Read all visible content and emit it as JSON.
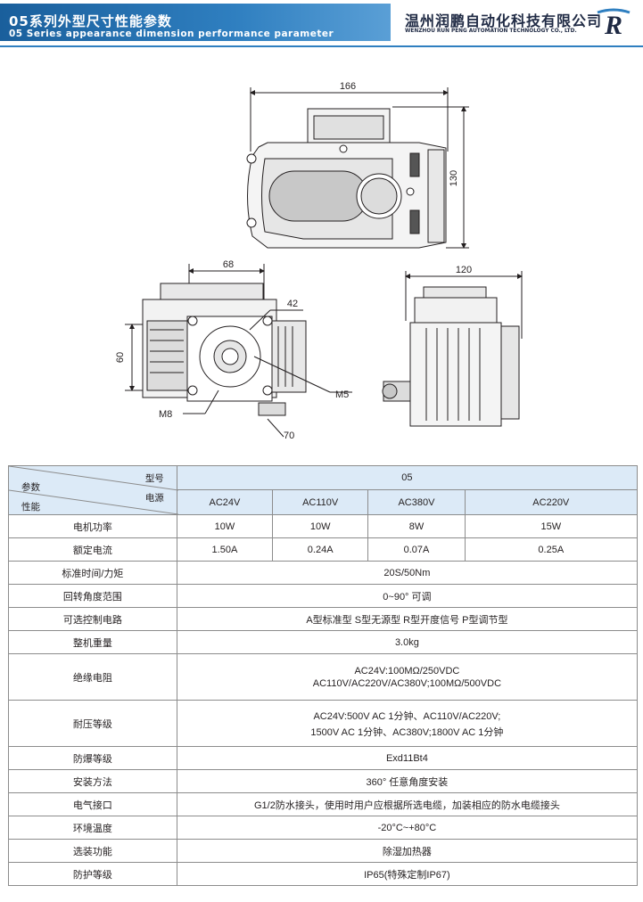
{
  "header": {
    "title_cn": "05系列外型尺寸性能参数",
    "title_en": "05 Series appearance dimension performance parameter",
    "company_cn": "温州润鹏自动化科技有限公司",
    "company_en": "WENZHOU RUN PENG AUTOMATION TECHNOLOGY CO., LTD.",
    "logo_letter": "R"
  },
  "dimensions": {
    "top_width": "166",
    "top_height": "130",
    "front_width": "68",
    "front_height": "60",
    "flange_42": "42",
    "thread_m5": "M5",
    "thread_m8": "M8",
    "flange_70": "70",
    "side_width": "120"
  },
  "table": {
    "corner": {
      "model": "型号",
      "power": "电源",
      "param": "参数",
      "perf": "性能"
    },
    "model_value": "05",
    "voltages": [
      "AC24V",
      "AC110V",
      "AC380V",
      "AC220V"
    ],
    "rows_split": [
      {
        "label": "电机功率",
        "values": [
          "10W",
          "10W",
          "8W",
          "15W"
        ]
      },
      {
        "label": "额定电流",
        "values": [
          "1.50A",
          "0.24A",
          "0.07A",
          "0.25A"
        ]
      }
    ],
    "rows_full": [
      {
        "label": "标准时间/力矩",
        "line1": "20S/50Nm",
        "line2": ""
      },
      {
        "label": "回转角度范围",
        "line1": "0~90° 可调",
        "line2": ""
      },
      {
        "label": "可选控制电路",
        "line1": "A型标准型  S型无源型  R型开度信号  P型调节型",
        "line2": ""
      },
      {
        "label": "整机重量",
        "line1": "3.0kg",
        "line2": ""
      },
      {
        "label": "绝缘电阻",
        "line1": "AC24V:100MΩ/250VDC",
        "line2": "AC110V/AC220V/AC380V;100MΩ/500VDC"
      },
      {
        "label": "耐压等级",
        "line1": "AC24V:500V AC 1分钟、AC110V/AC220V;",
        "line2": "1500V AC 1分钟、AC380V;1800V AC 1分钟"
      },
      {
        "label": "防爆等级",
        "line1": "Exd11Bt4",
        "line2": ""
      },
      {
        "label": "安装方法",
        "line1": "360° 任意角度安装",
        "line2": ""
      },
      {
        "label": "电气接口",
        "line1": "G1/2防水接头，使用时用户应根据所选电缆，加装相应的防水电缆接头",
        "line2": ""
      },
      {
        "label": "环境温度",
        "line1": "-20°C~+80°C",
        "line2": ""
      },
      {
        "label": "选装功能",
        "line1": "除湿加热器",
        "line2": ""
      },
      {
        "label": "防护等级",
        "line1": "IP65(特殊定制IP67)",
        "line2": ""
      }
    ]
  }
}
